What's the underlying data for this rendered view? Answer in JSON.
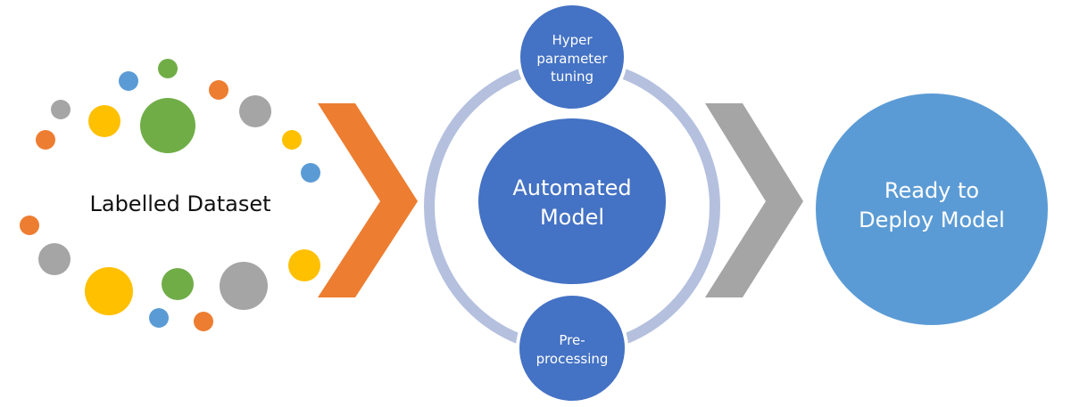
{
  "dataset": {
    "label": "Labelled Dataset"
  },
  "model": {
    "line1": "Automated",
    "line2": "Model"
  },
  "hyper": {
    "line1": "Hyper",
    "line2": "parameter",
    "line3": "tuning"
  },
  "preprocess": {
    "line1": "Pre-",
    "line2": "processing"
  },
  "deploy": {
    "line1": "Ready to",
    "line2": "Deploy Model"
  },
  "colors": {
    "orange": "#ED7D31",
    "gray": "#A5A5A5",
    "yellow": "#FFC000",
    "green": "#70AD47",
    "blue": "#5B9BD5",
    "dark_blue": "#4472C4",
    "ring": "#B4C0DE"
  }
}
